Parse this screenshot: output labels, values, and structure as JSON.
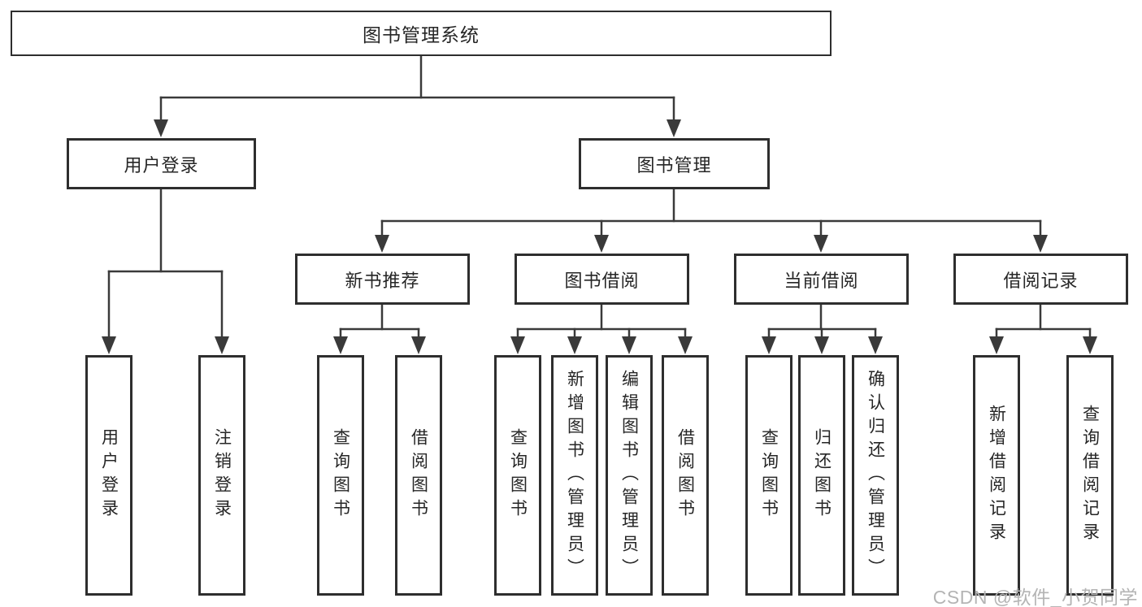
{
  "tree": {
    "label": "图书管理系统",
    "children": [
      {
        "label": "用户登录",
        "children": [
          {
            "label": "用户登录"
          },
          {
            "label": "注销登录"
          }
        ]
      },
      {
        "label": "图书管理",
        "children": [
          {
            "label": "新书推荐",
            "children": [
              {
                "label": "查询图书"
              },
              {
                "label": "借阅图书"
              }
            ]
          },
          {
            "label": "图书借阅",
            "children": [
              {
                "label": "查询图书"
              },
              {
                "label": "新增图书（管理员）"
              },
              {
                "label": "编辑图书（管理员）"
              },
              {
                "label": "借阅图书"
              }
            ]
          },
          {
            "label": "当前借阅",
            "children": [
              {
                "label": "查询图书"
              },
              {
                "label": "归还图书"
              },
              {
                "label": "确认归还（管理员）"
              }
            ]
          },
          {
            "label": "借阅记录",
            "children": [
              {
                "label": "新增借阅记录"
              },
              {
                "label": "查询借阅记录"
              }
            ]
          }
        ]
      }
    ]
  },
  "watermark": "CSDN @软件_小贺同学",
  "colors": {
    "line": "#3a3a3a",
    "box_border": "#2e2e2e",
    "text": "#262626",
    "watermark": "#b4b4b4",
    "background": "#ffffff"
  }
}
